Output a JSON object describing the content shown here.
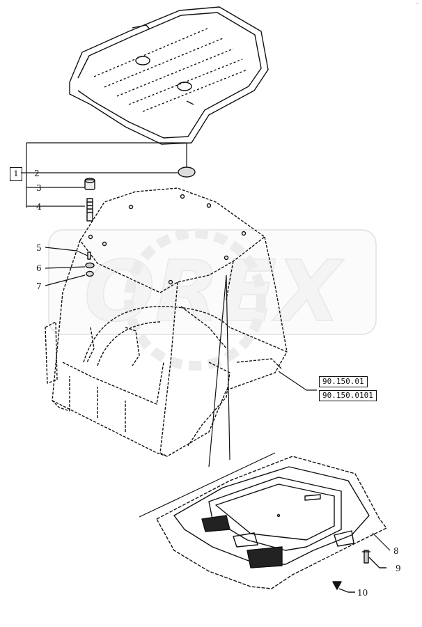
{
  "group_ref": "1",
  "callouts": [
    "2",
    "3",
    "4",
    "5",
    "6",
    "7",
    "8",
    "9",
    "10"
  ],
  "references": [
    "90.150.01",
    "90.150.0101"
  ],
  "watermark": "OREX",
  "corner_mark": "~"
}
